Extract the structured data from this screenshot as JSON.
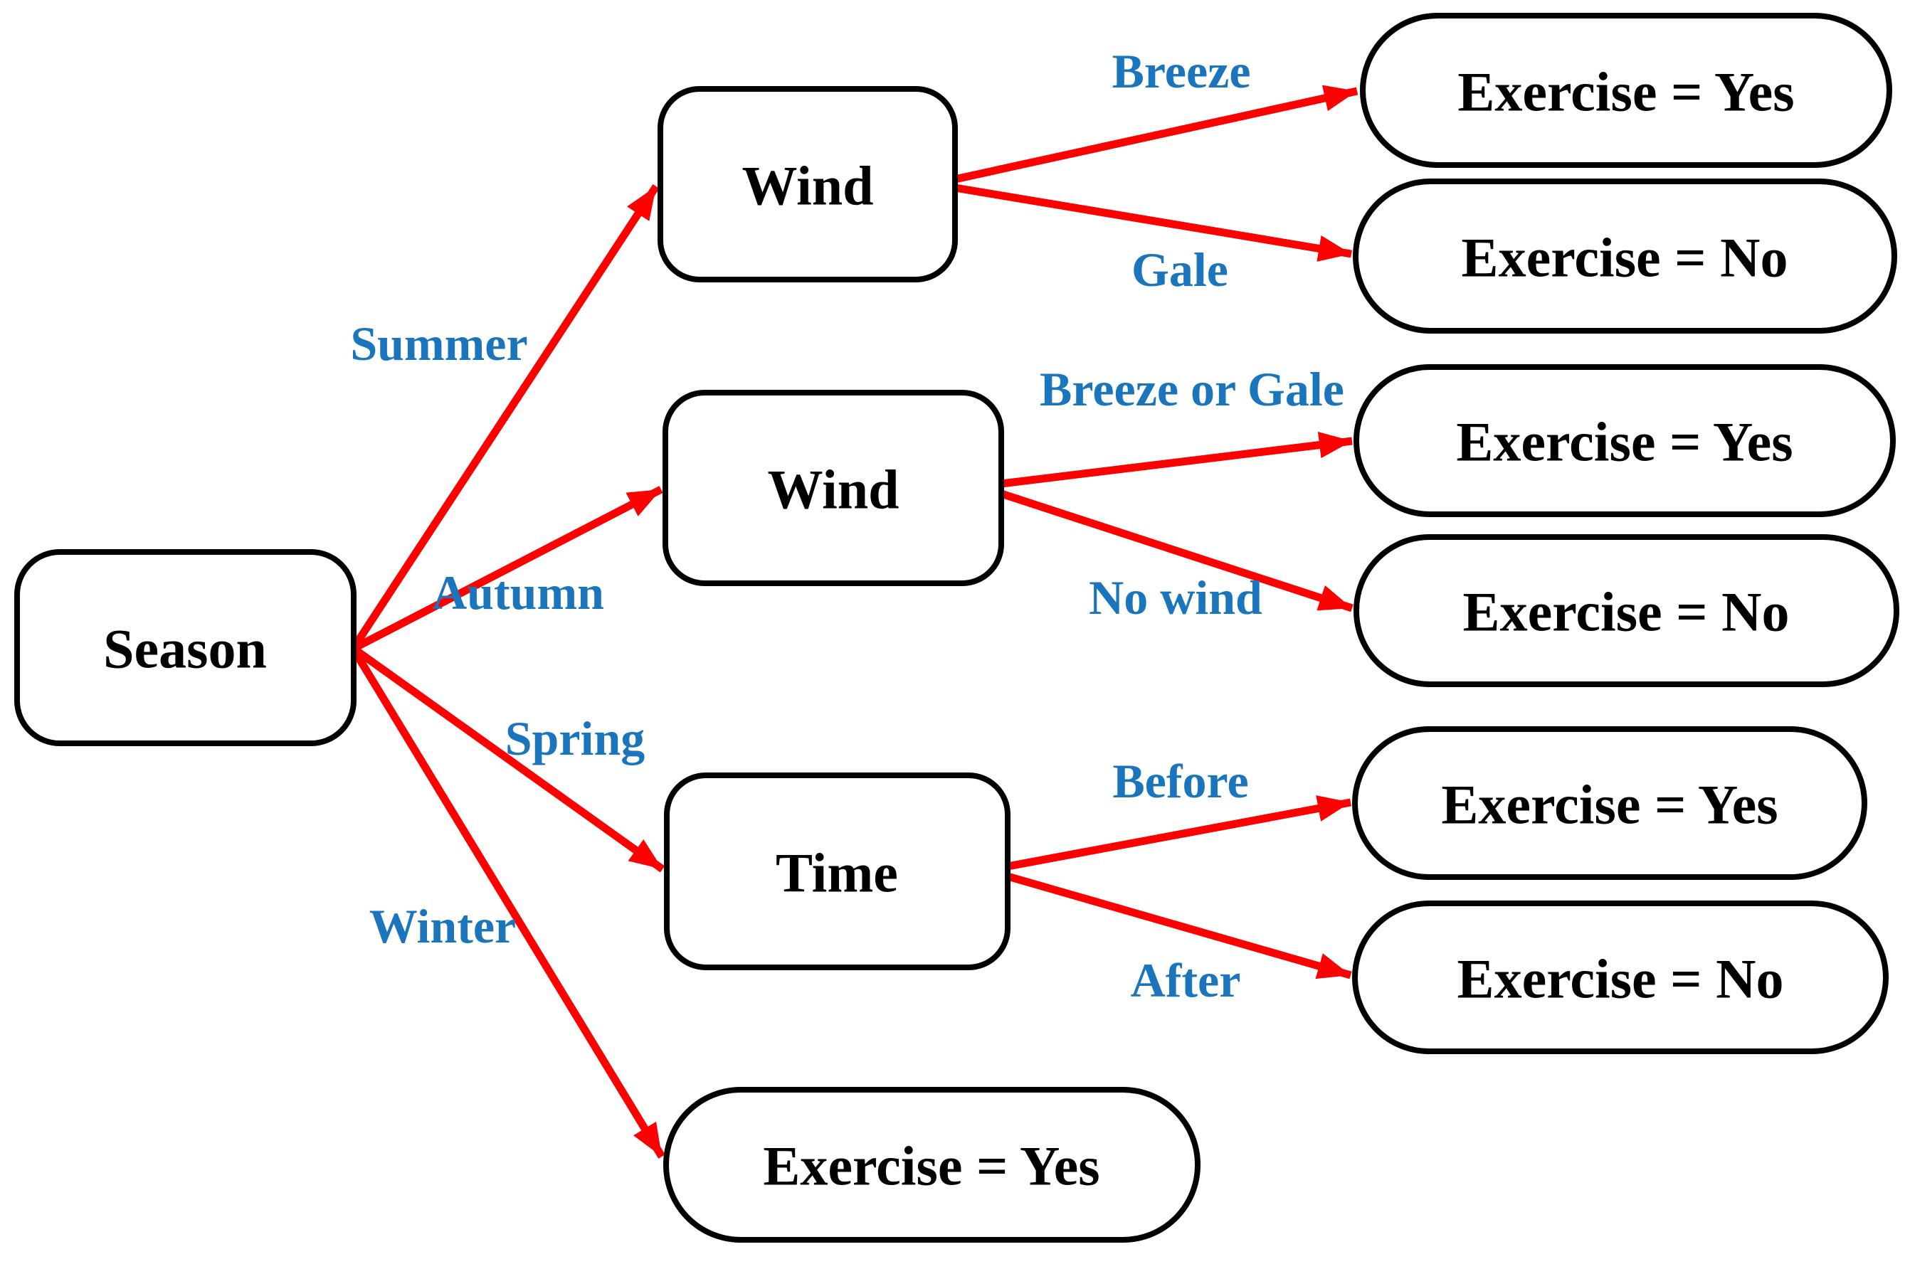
{
  "diagram_type": "decision-tree",
  "colors": {
    "background": "#ffffff",
    "node_fill": "#ffffff",
    "node_border": "#000000",
    "node_text": "#000000",
    "edge": "#ff0000",
    "edge_label": "#1b75bc"
  },
  "nodes": [
    {
      "id": "season",
      "label": "Season",
      "kind": "decision"
    },
    {
      "id": "wind-summer",
      "label": "Wind",
      "kind": "decision"
    },
    {
      "id": "wind-autumn",
      "label": "Wind",
      "kind": "decision"
    },
    {
      "id": "time-spring",
      "label": "Time",
      "kind": "decision"
    },
    {
      "id": "leaf-summer-breeze",
      "label": "Exercise = Yes",
      "kind": "leaf"
    },
    {
      "id": "leaf-summer-gale",
      "label": "Exercise = No",
      "kind": "leaf"
    },
    {
      "id": "leaf-autumn-wind",
      "label": "Exercise = Yes",
      "kind": "leaf"
    },
    {
      "id": "leaf-autumn-nowind",
      "label": "Exercise = No",
      "kind": "leaf"
    },
    {
      "id": "leaf-spring-before",
      "label": "Exercise = Yes",
      "kind": "leaf"
    },
    {
      "id": "leaf-spring-after",
      "label": "Exercise = No",
      "kind": "leaf"
    },
    {
      "id": "leaf-winter",
      "label": "Exercise = Yes",
      "kind": "leaf"
    }
  ],
  "edges": [
    {
      "from": "season",
      "to": "wind-summer",
      "label": "Summer"
    },
    {
      "from": "season",
      "to": "wind-autumn",
      "label": "Autumn"
    },
    {
      "from": "season",
      "to": "time-spring",
      "label": "Spring"
    },
    {
      "from": "season",
      "to": "leaf-winter",
      "label": "Winter"
    },
    {
      "from": "wind-summer",
      "to": "leaf-summer-breeze",
      "label": "Breeze"
    },
    {
      "from": "wind-summer",
      "to": "leaf-summer-gale",
      "label": "Gale"
    },
    {
      "from": "wind-autumn",
      "to": "leaf-autumn-wind",
      "label": "Breeze or Gale"
    },
    {
      "from": "wind-autumn",
      "to": "leaf-autumn-nowind",
      "label": "No wind"
    },
    {
      "from": "time-spring",
      "to": "leaf-spring-before",
      "label": "Before"
    },
    {
      "from": "time-spring",
      "to": "leaf-spring-after",
      "label": "After"
    }
  ]
}
